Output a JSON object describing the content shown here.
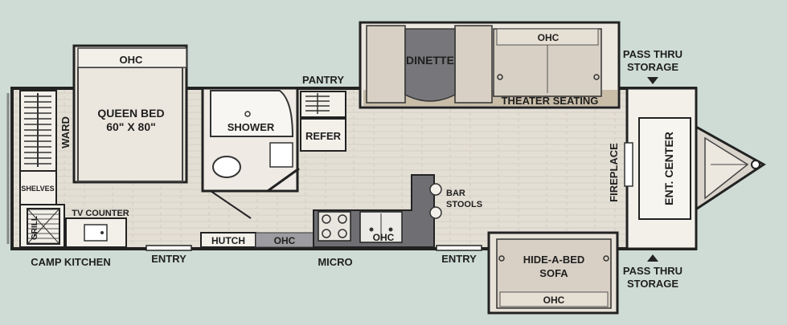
{
  "colors": {
    "background": "#cfdcd6",
    "floor": "#e4e0d6",
    "wall": "#222222",
    "cabinet": "#efe9e1",
    "counter_dark": "#6f6f73",
    "dinette_seat": "#77777b",
    "slide_floor": "#c9bda8",
    "sofa": "#d8d0c4"
  },
  "labels": {
    "ohc_bed": "OHC",
    "queen_bed_line1": "QUEEN BED",
    "queen_bed_line2": "60\" X 80\"",
    "ward": "WARD",
    "shelves": "SHELVES",
    "grill": "GRILL",
    "tv_counter": "TV COUNTER",
    "camp_kitchen": "CAMP KITCHEN",
    "entry_rear": "ENTRY",
    "shower": "SHOWER",
    "pantry": "PANTRY",
    "refer": "REFER",
    "hutch": "HUTCH",
    "ohc_hutch": "OHC",
    "micro": "MICRO",
    "ohc_stove": "OHC",
    "entry_front": "ENTRY",
    "dinette": "DINETTE",
    "ohc_theater": "OHC",
    "theater_seating": "THEATER SEATING",
    "bar_stools_line1": "BAR",
    "bar_stools_line2": "STOOLS",
    "fireplace": "FIREPLACE",
    "ent_center": "ENT. CENTER",
    "pass_thru_top_line1": "PASS THRU",
    "pass_thru_top_line2": "STORAGE",
    "pass_thru_bottom_line1": "PASS THRU",
    "pass_thru_bottom_line2": "STORAGE",
    "sofa_line1": "HIDE-A-BED",
    "sofa_line2": "SOFA",
    "ohc_sofa": "OHC"
  }
}
